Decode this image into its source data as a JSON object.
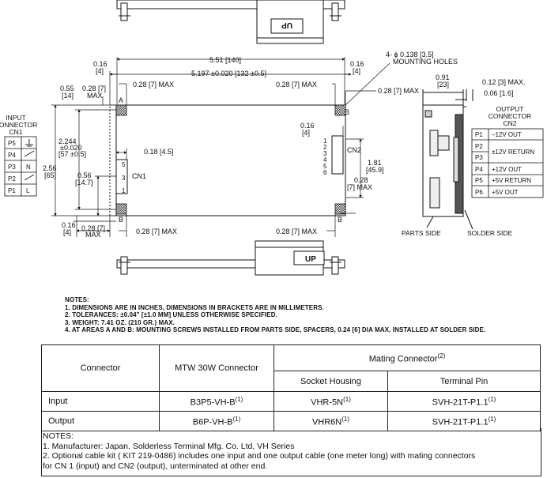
{
  "drawing": {
    "top_view": {
      "direction_label": "UP"
    },
    "bottom_view": {
      "direction_label": "UP"
    },
    "dims": {
      "width_overall": "5.51 [140]",
      "mounting_span": "5.197 ±0.020 [132 ±0.5]",
      "left_edge_offset": "0.16",
      "left_edge_offset_mm": "[4]",
      "right_edge_offset": "0.16",
      "right_edge_offset_mm": "[4]",
      "top_keepout": "0.28 [7] MAX",
      "top_keepout_right": "0.28 [7] MAX",
      "right_keepout": "0.28 [7] MAX",
      "hole_top": "0.55",
      "hole_top_mm": "[14]",
      "hole_top_max_in": "0.28 [7]",
      "hole_top_max": "MAX",
      "height_overall": "2.56",
      "height_overall_mm": "[65]",
      "hole_span_v": "2.244",
      "hole_span_v_tol": "±0.020",
      "hole_span_v_mm": "[57 ±0.5]",
      "cn1_inset": "0.18 [4.5]",
      "cn1_pos": "0.56",
      "cn1_pos_mm": "[14.7]",
      "cn2_offset": "0.16",
      "cn2_offset_mm": "[4]",
      "cn2_span": "1.81",
      "cn2_span_mm": "[45.9]",
      "cn2_bottom": "0.28",
      "cn2_bottom_max": "[7] MAX",
      "bottom_left_offset": "0.16",
      "bottom_left_offset_mm": "[4]",
      "bottom_left_max_in": "0.28 [7]",
      "bottom_left_max": "MAX",
      "bottom_keepout": "0.28 [7] MAX",
      "bottom_keepout_right": "0.28 [7] MAX",
      "mounting_holes_l1": "4- ϕ 0.138 [3.5]",
      "mounting_holes_l2": "MOUNTING HOLES",
      "side_depth": "0.91",
      "side_depth_mm": "[23]",
      "side_max": "0.12 [3] MAX.",
      "side_board": "0.06 [1.6]"
    },
    "labels": {
      "area_a": "A",
      "area_b": "B",
      "cn1": "CN1",
      "cn2": "CN2",
      "cn1_pin5": "5",
      "cn1_pin3": "3",
      "cn1_pin1": "1",
      "cn2_pins": [
        "1",
        "2",
        "3",
        "4",
        "5",
        "6"
      ],
      "parts_side": "PARTS SIDE",
      "solder_side": "SOLDER SIDE"
    },
    "input_connector": {
      "title": [
        "INPUT",
        "CONNECTOR",
        "CN1"
      ],
      "pins": [
        {
          "pin": "P5",
          "fn": "ground-symbol"
        },
        {
          "pin": "P4",
          "fn": "slash"
        },
        {
          "pin": "P3",
          "fn": "N"
        },
        {
          "pin": "P2",
          "fn": "slash"
        },
        {
          "pin": "P1",
          "fn": "L"
        }
      ]
    },
    "output_connector": {
      "title": [
        "OUTPUT",
        "CONNECTOR",
        "CN2"
      ],
      "pins": [
        {
          "pin": "P1",
          "fn": "–12V OUT"
        },
        {
          "pin": "P2",
          "fn": ""
        },
        {
          "pin": "P3",
          "fn": "±12V RETURN"
        },
        {
          "pin": "P4",
          "fn": "+12V OUT"
        },
        {
          "pin": "P5",
          "fn": "+5V RETURN"
        },
        {
          "pin": "P6",
          "fn": "+5V OUT"
        }
      ]
    }
  },
  "notes": {
    "title": "NOTES:",
    "items": [
      "1.  DIMENSIONS ARE IN INCHES,  DIMENSIONS IN BRACKETS ARE IN MILLIMETERS.",
      "2.  TOLERANCES: ±0.04\" [±1.0 MM] UNLESS OTHERWISE SPECIFIED.",
      "3.  WEIGHT: 7.41 OZ. (210 GR.) MAX.",
      "4.  AT AREAS A AND B: MOUNTING SCREWS INSTALLED FROM PARTS SIDE, SPACERS, 0.24 [6] DIA MAX, INSTALLED AT SOLDER SIDE."
    ]
  },
  "mating_table": {
    "h_connector": "Connector",
    "h_mtw": "MTW 30W Connector",
    "h_mating": "Mating Connector",
    "h_mating_sup": "(2)",
    "h_socket": "Socket Housing",
    "h_terminal": "Terminal Pin",
    "rows": [
      {
        "connector": "Input",
        "mtw": "B3P5-VH-B",
        "mtw_sup": "(1)",
        "socket": "VHR-5N",
        "socket_sup": "(1)",
        "terminal": "SVH-21T-P1.1",
        "terminal_sup": "(1)"
      },
      {
        "connector": "Output",
        "mtw": "B6P-VH-B",
        "mtw_sup": "(1)",
        "socket": "VHR6N",
        "socket_sup": "(1)",
        "terminal": "SVH-21T-P1.1",
        "terminal_sup": "(1)"
      }
    ]
  },
  "table_notes": {
    "title": "NOTES:",
    "items": [
      "1. Manufacturer: Japan, Solderless Terminal Mfg. Co. Ltd, VH Series",
      "2. Optional cable kit  ( KIT 219-0486) includes one input and one output cable (one meter long) with mating connectors",
      "    for CN 1 (input) and CN2 (output), unterminated at other end."
    ]
  }
}
